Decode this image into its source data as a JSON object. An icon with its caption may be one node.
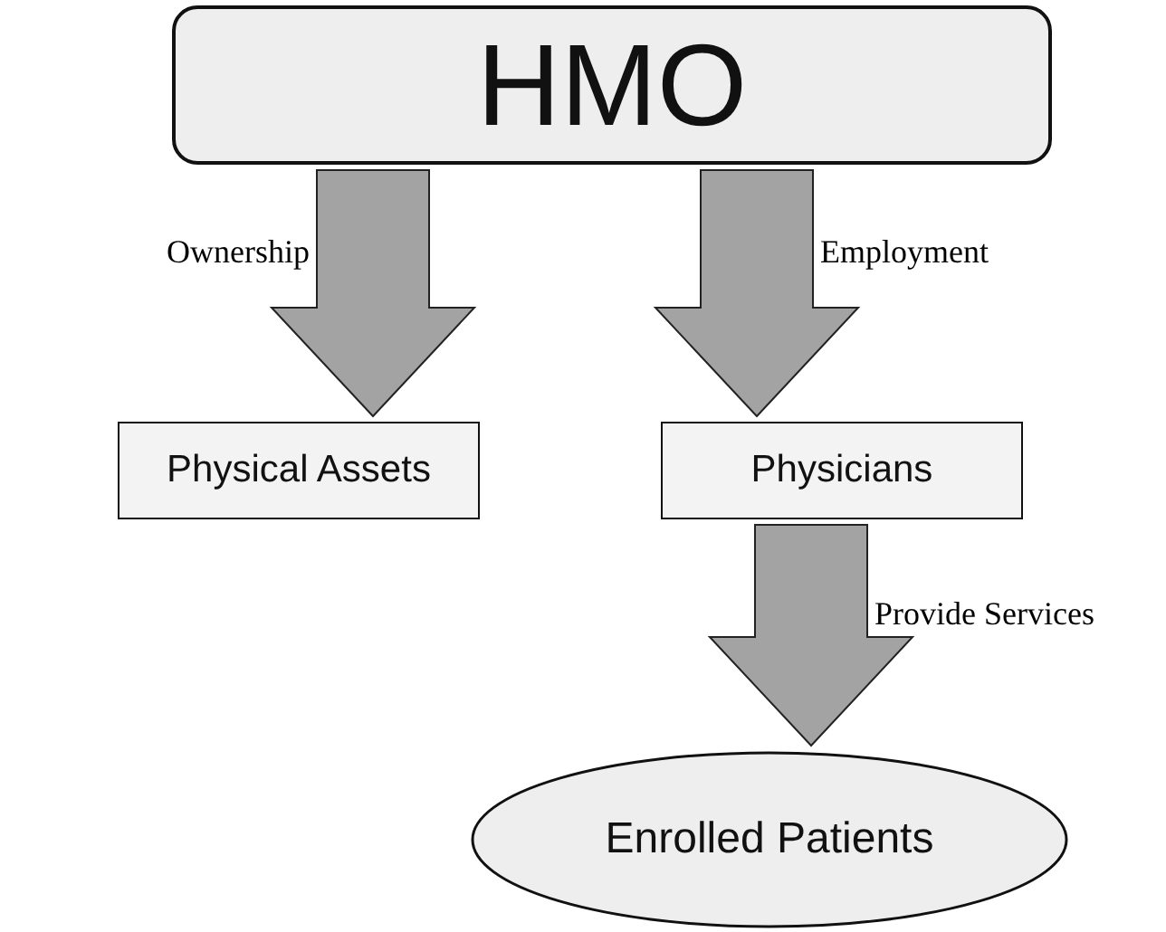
{
  "diagram": {
    "nodes": [
      {
        "text": [
          "HMO"
        ]
      },
      {
        "text": [
          "Physical Assets"
        ]
      },
      {
        "text": [
          "Physicians"
        ]
      },
      {
        "text": [
          "Enrolled Patients"
        ]
      }
    ],
    "edges": [
      {
        "from": 0,
        "to": 1,
        "arrow": "to",
        "label": "Ownership"
      },
      {
        "from": 0,
        "to": 2,
        "arrow": "to",
        "label": "Employment"
      },
      {
        "from": 2,
        "to": 3,
        "arrow": "to",
        "label": "Provide Services"
      }
    ]
  }
}
